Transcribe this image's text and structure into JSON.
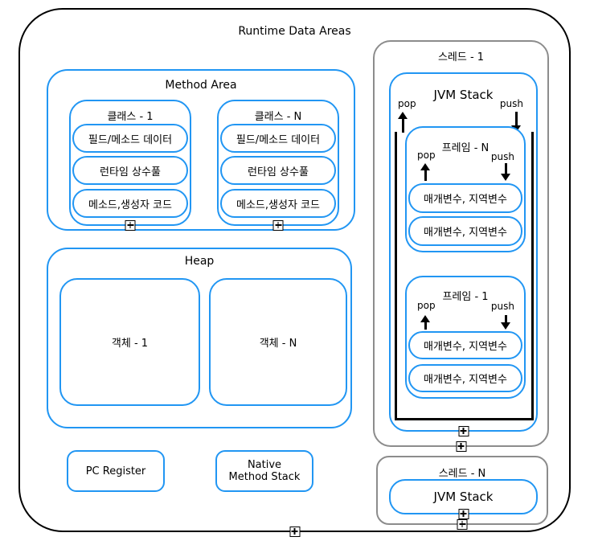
{
  "title": "Runtime Data Areas",
  "colors": {
    "accent_blue": "#2196F3",
    "container_gray": "#8C8C8C",
    "line_black": "#000000"
  },
  "icons": {
    "expand": "plus-box",
    "pop": "arrow-up",
    "push": "arrow-down"
  },
  "method_area": {
    "label": "Method Area",
    "classes": [
      {
        "label": "클래스 - 1",
        "items": [
          "필드/메소드 데이터",
          "런타임 상수풀",
          "메소드,생성자 코드"
        ]
      },
      {
        "label": "클래스 - N",
        "items": [
          "필드/메소드 데이터",
          "런타임 상수풀",
          "메소드,생성자 코드"
        ]
      }
    ]
  },
  "heap": {
    "label": "Heap",
    "objects": [
      "객체 - 1",
      "객체 - N"
    ]
  },
  "pc_register": {
    "label": "PC Register"
  },
  "native_method_stack": {
    "label": "Native Method Stack"
  },
  "threads": [
    {
      "label": "스레드 - 1",
      "jvm_stack": {
        "label": "JVM Stack",
        "pop_label": "pop",
        "push_label": "push",
        "frames": [
          {
            "label": "프레임 - N",
            "pop_label": "pop",
            "push_label": "push",
            "items": [
              "매개변수, 지역변수",
              "매개변수, 지역변수"
            ]
          },
          {
            "label": "프레임 - 1",
            "pop_label": "pop",
            "push_label": "push",
            "items": [
              "매개변수, 지역변수",
              "매개변수, 지역변수"
            ]
          }
        ]
      }
    },
    {
      "label": "스레드 - N",
      "jvm_stack": {
        "label": "JVM Stack"
      }
    }
  ]
}
